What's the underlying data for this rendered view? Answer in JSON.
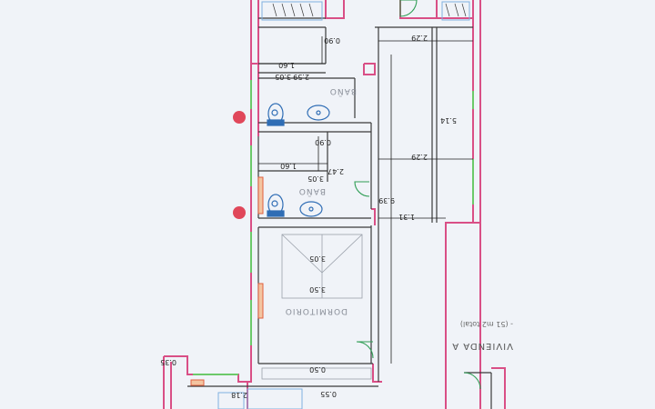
{
  "plan": {
    "room_labels": {
      "bano_1": "BAÑO",
      "bano_2": "BAÑO",
      "dormitorio": "DORMITORIO"
    },
    "unit_label": "VIVIENDA A",
    "unit_area": "- (51 m2 total)",
    "dimensions": {
      "d_0_90": "0.90",
      "d_1_60_a": "1.60",
      "d_2_29_a": "2.29",
      "d_3_05_a": "3.05",
      "d_2_59": "2.59",
      "d_5_14": "5.14",
      "d_0_90_b": "0.90",
      "d_1_60_b": "1.60",
      "d_2_29_b": "2.29",
      "d_2_47": "2.47",
      "d_3_05_b": "3.05",
      "d_9_39": "9.39",
      "d_1_31": "1.31",
      "d_3_05_c": "3.05",
      "d_3_50": "3.50",
      "d_0_50": "0.50",
      "d_0_55": "0.55",
      "d_0_35": "0.35",
      "d_2_18": "2.18"
    },
    "colors": {
      "wall_outline": "#d94f86",
      "inner_wall": "#3a3a3a",
      "window": "#6cc96a",
      "door_swing": "#2f9e55",
      "marker": "#e0475a",
      "fixture": "#2f6db5",
      "paper": "#f4f6fa"
    },
    "icons": [
      "toilet-icon",
      "sink-icon",
      "bed-icon",
      "location-marker-icon"
    ]
  }
}
